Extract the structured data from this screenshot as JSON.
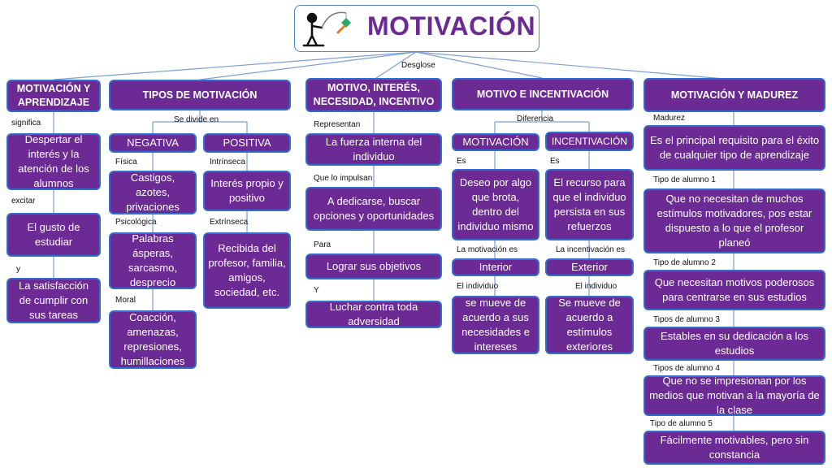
{
  "title": "MOTIVACIÓN",
  "top_label": "Desglose",
  "colors": {
    "box_fill": "#6b2a94",
    "box_border": "#2f6fcf",
    "title": "#6b2a94",
    "line": "#7aa0d6"
  },
  "branch1": {
    "header": "MOTIVACIÓN Y APRENDIZAJE",
    "l1": "significa",
    "b1": "Despertar el interés y la atención de los alumnos",
    "l2": "excitar",
    "b2": "El gusto de estudiar",
    "l3": "y",
    "b3": "La satisfacción de cumplir con sus tareas"
  },
  "branch2": {
    "header": "TIPOS DE MOTIVACIÓN",
    "label": "Se divide en",
    "neg": {
      "title": "NEGATIVA",
      "l1": "Física",
      "b1": "Castigos, azotes, privaciones",
      "l2": "Psicológica",
      "b2": "Palabras ásperas, sarcasmo, desprecio",
      "l3": "Moral",
      "b3": "Coacción, amenazas, represiones, humillaciones"
    },
    "pos": {
      "title": "POSITIVA",
      "l1": "Intrínseca",
      "b1": "Interés propio y positivo",
      "l2": "Extrínseca",
      "b2": "Recibida del profesor, familia, amigos, sociedad, etc."
    }
  },
  "branch3": {
    "header": "MOTIVO, INTERÉS, NECESIDAD, INCENTIVO",
    "l1": "Representan",
    "b1": "La fuerza interna del individuo",
    "l2": "Que lo impulsan",
    "b2": "A dedicarse, buscar opciones y oportunidades",
    "l3": "Para",
    "b3": "Lograr sus objetivos",
    "l4": "Y",
    "b4": "Luchar contra toda adversidad"
  },
  "branch4": {
    "header": "MOTIVO E INCENTIVACIÓN",
    "label": "Diferencia",
    "mot": {
      "title": "MOTIVACIÓN",
      "l1": "Es",
      "b1": "Deseo por algo que brota, dentro del individuo mismo",
      "l2": "La motivación es",
      "b2": "Interior",
      "l3": "El individuo",
      "b3": "se mueve de acuerdo a sus necesidades e intereses"
    },
    "inc": {
      "title": "INCENTIVACIÓN",
      "l1": "Es",
      "b1": "El recurso para que el individuo persista en sus refuerzos",
      "l2": "La incentivación es",
      "b2": "Exterior",
      "l3": "El individuo",
      "b3": "Se mueve de acuerdo a estímulos exteriores"
    }
  },
  "branch5": {
    "header": "MOTIVACIÓN Y MADUREZ",
    "l1": "Madurez",
    "b1": "Es el principal requisito para el éxito de cualquier tipo de aprendizaje",
    "l2": "Tipo de alumno 1",
    "b2": "Que no necesitan de muchos estímulos motivadores, pos estar dispuesto a lo que el profesor planeó",
    "l3": "Tipo de alumno 2",
    "b3": "Que necesitan motivos poderosos para centrarse en sus estudios",
    "l4": "Tipos de alumno 3",
    "b4": "Estables en su dedicación a los estudios",
    "l5": "Tipos de alumno 4",
    "b5": "Que no se impresionan por los medios que motivan a la mayoría de la clase",
    "l6": "Tipo de alumno 5",
    "b6": "Fácilmente motivables, pero sin constancia"
  }
}
